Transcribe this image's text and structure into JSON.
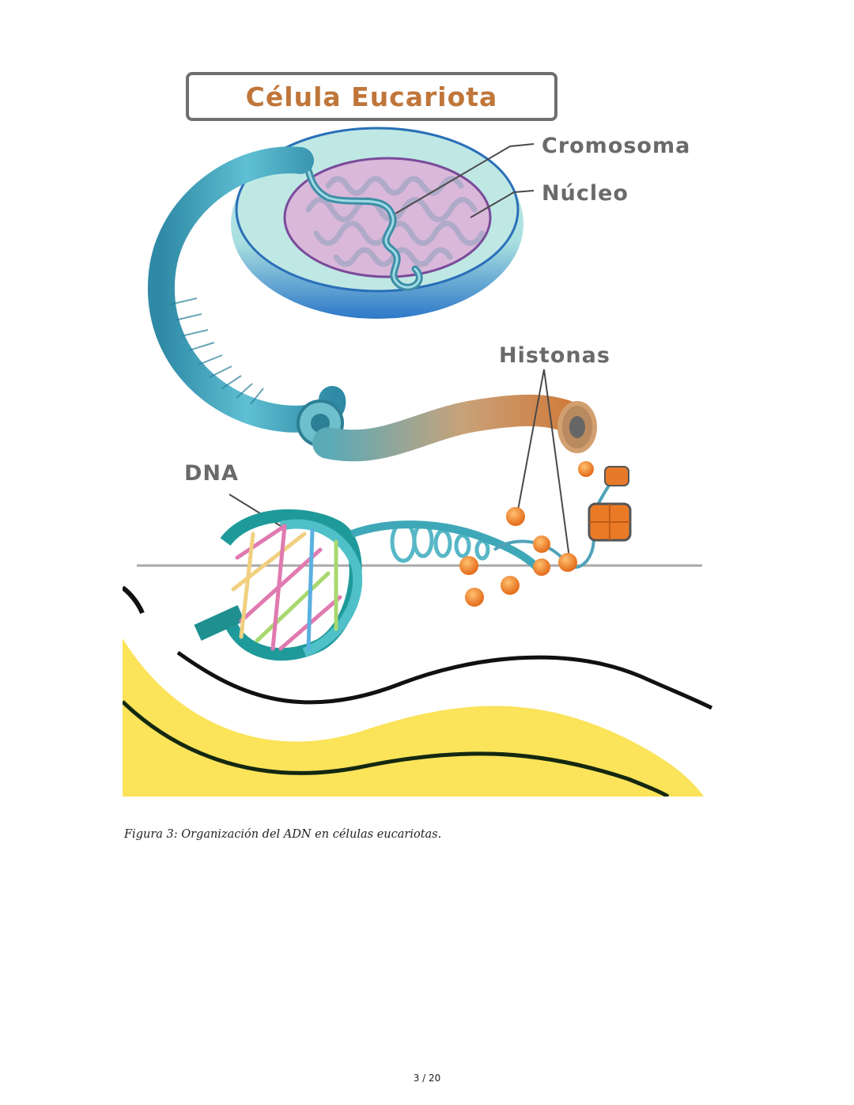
{
  "figure": {
    "title": "Célula Eucariota",
    "labels": {
      "chromosome": "Cromosoma",
      "nucleus": "Núcleo",
      "histones": "Histonas",
      "dna": "DNA"
    },
    "colors": {
      "title_text": "#c0763a",
      "label_text": "#6a6a6a",
      "cell_membrane": "#2f8fcf",
      "cytoplasm": "#bfe8e4",
      "nucleus": "#d8b4d9",
      "chromatin": "#4fa3b8",
      "histone": "#f08a2c",
      "decor_yellow": "#fbe35a",
      "decor_line": "#111111"
    }
  },
  "caption": "Figura 3: Organización del ADN en células eucariotas.",
  "page_number": "3 / 20"
}
